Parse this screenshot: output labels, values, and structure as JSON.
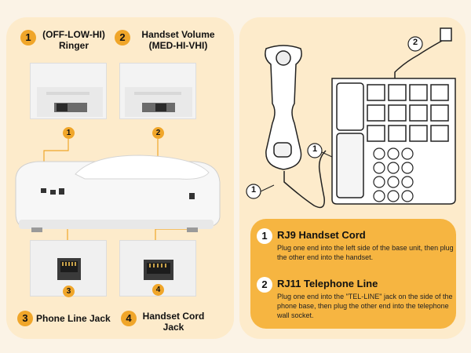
{
  "left": {
    "ringer": {
      "number": "1",
      "title": "(OFF-LOW-HI)\nRinger"
    },
    "handset_volume": {
      "number": "2",
      "title": "Handset Volume\n(MED-HI-VHI)"
    },
    "phone_line_jack": {
      "number": "3",
      "title": "Phone Line Jack"
    },
    "handset_cord_jack": {
      "number": "4",
      "title": "Handset Cord\nJack"
    },
    "marker_1": "1",
    "marker_2": "2",
    "marker_3": "3",
    "marker_4": "4"
  },
  "right": {
    "callout_top": "2",
    "callout_mid": "1",
    "callout_bottom": "1",
    "items": [
      {
        "number": "1",
        "title": "RJ9 Handset Cord",
        "text": "Plug one end into the left side of the base unit, then plug the other end into the handset."
      },
      {
        "number": "2",
        "title": "RJ11 Telephone Line",
        "text": "Plug one end into the \"TEL-LINE\" jack on the side of the phone base, then plug the other end into the telephone wall socket."
      }
    ]
  },
  "colors": {
    "accent": "#f0a62a",
    "panel": "#fdebcb",
    "box": "#f6b541"
  }
}
